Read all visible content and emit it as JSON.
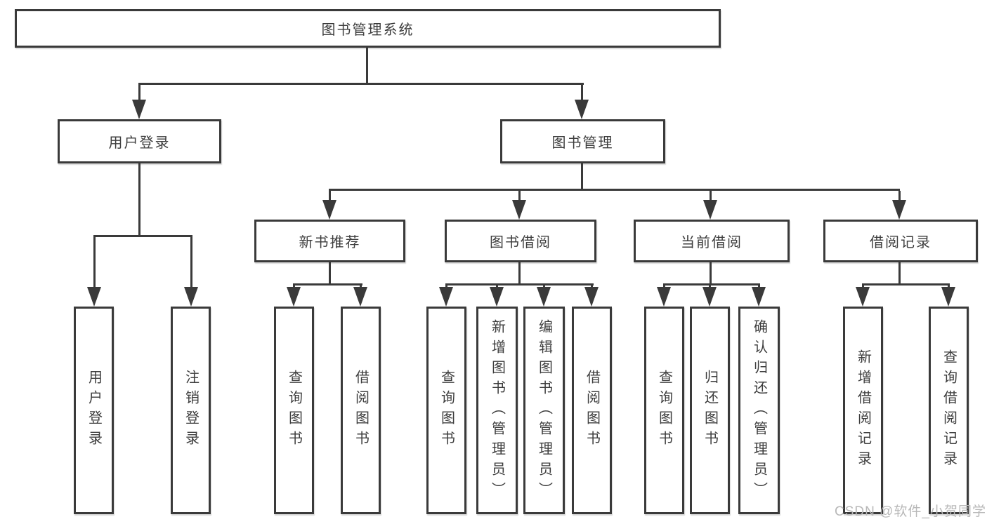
{
  "tree": {
    "root": "图书管理系统",
    "branches": [
      {
        "label": "用户登录",
        "leaves": [
          "用户登录",
          "注销登录"
        ]
      },
      {
        "label": "图书管理",
        "sections": [
          {
            "label": "新书推荐",
            "leaves": [
              "查询图书",
              "借阅图书"
            ]
          },
          {
            "label": "图书借阅",
            "leaves": [
              "查询图书",
              "新增图书（管理员）",
              "编辑图书（管理员）",
              "借阅图书"
            ]
          },
          {
            "label": "当前借阅",
            "leaves": [
              "查询图书",
              "归还图书",
              "确认归还（管理员）"
            ]
          },
          {
            "label": "借阅记录",
            "leaves": [
              "新增借阅记录",
              "查询借阅记录"
            ]
          }
        ]
      }
    ]
  },
  "watermark": {
    "text": "CSDN @软件_小贺同学"
  },
  "colors": {
    "line": "#3a3a3a",
    "text": "#3d3d3d",
    "watermark": "#b8b8b8",
    "background": "#ffffff"
  }
}
